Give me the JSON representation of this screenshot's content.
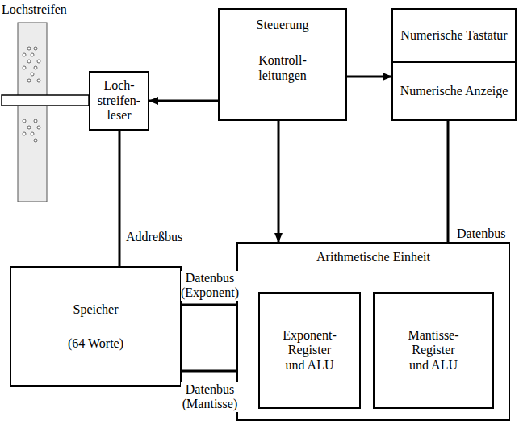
{
  "diagram": {
    "nodes": [
      {
        "text": [
          "Loch- streifen- leser"
        ]
      },
      {
        "text": [
          "Steuerung",
          "Kontroll- leitungen"
        ]
      },
      {
        "text": [
          "Numerische Tastatur"
        ]
      },
      {
        "text": [
          "Numerische Anzeige"
        ]
      },
      {
        "text": [
          "Speicher",
          "(64 Worte)"
        ]
      },
      {
        "text": [
          "Arithmetische Einheit"
        ]
      },
      {
        "text": [
          "Exponent- Register und ALU"
        ],
        "in": 5
      },
      {
        "text": [
          "Mantisse- Register und ALU"
        ],
        "in": 5
      }
    ],
    "edges": [
      {
        "from": 1,
        "to": 0,
        "arrow": "to"
      },
      {
        "from": 1,
        "to": 3,
        "arrow": "to"
      },
      {
        "from": 1,
        "to": 5,
        "arrow": "to"
      },
      {
        "from": 0,
        "to": 4,
        "label": "Addreßbus",
        "arrow": "none"
      },
      {
        "from": 4,
        "to": 5,
        "label": "Datenbus (Exponent)",
        "arrow": "none"
      },
      {
        "from": 4,
        "to": 5,
        "label": "Datenbus (Mantisse)",
        "arrow": "none"
      },
      {
        "from": 3,
        "to": 5,
        "label": "Datenbus",
        "arrow": "none"
      }
    ],
    "labels": [
      "Lochstreifen"
    ]
  }
}
